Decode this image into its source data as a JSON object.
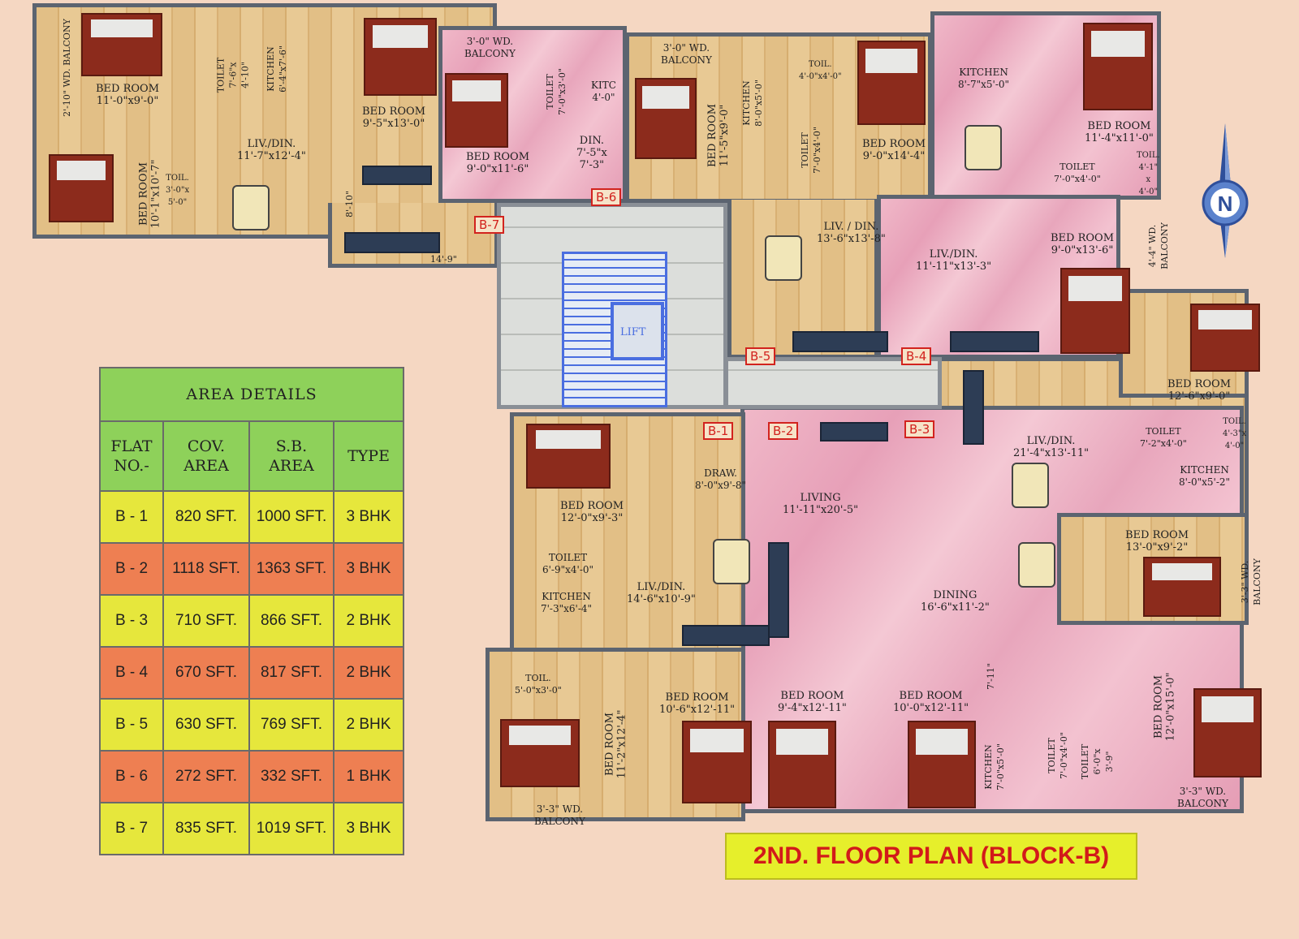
{
  "title": "2ND. FLOOR PLAN (BLOCK-B)",
  "compass": {
    "label": "N"
  },
  "area_details": {
    "heading": "AREA DETAILS",
    "columns": [
      "FLAT NO.-",
      "COV. AREA",
      "S.B. AREA",
      "TYPE"
    ],
    "rows": [
      {
        "flat": "B - 1",
        "cov": "820 SFT.",
        "sb": "1000 SFT.",
        "type": "3 BHK",
        "color": "#e6e73c"
      },
      {
        "flat": "B - 2",
        "cov": "1118 SFT.",
        "sb": "1363 SFT.",
        "type": "3 BHK",
        "color": "#ee7f52"
      },
      {
        "flat": "B - 3",
        "cov": "710 SFT.",
        "sb": "866 SFT.",
        "type": "2 BHK",
        "color": "#e6e73c"
      },
      {
        "flat": "B - 4",
        "cov": "670 SFT.",
        "sb": "817 SFT.",
        "type": "2 BHK",
        "color": "#ee7f52"
      },
      {
        "flat": "B - 5",
        "cov": "630 SFT.",
        "sb": "769 SFT.",
        "type": "2 BHK",
        "color": "#e6e73c"
      },
      {
        "flat": "B - 6",
        "cov": "272 SFT.",
        "sb": "332 SFT.",
        "type": "1 BHK",
        "color": "#ee7f52"
      },
      {
        "flat": "B - 7",
        "cov": "835 SFT.",
        "sb": "1019 SFT.",
        "type": "3 BHK",
        "color": "#e6e73c"
      }
    ]
  },
  "flat_tags": {
    "b1": "B-1",
    "b2": "B-2",
    "b3": "B-3",
    "b4": "B-4",
    "b5": "B-5",
    "b6": "B-6",
    "b7": "B-7"
  },
  "lift": "LIFT",
  "rooms": {
    "b7_balcony": "2'-10\" WD. BALCONY",
    "b7_bed1": "BED ROOM\n11'-0\"x9'-0\"",
    "b7_toilet1": "TOILET\n7'-6\"x\n4'-10\"",
    "b7_kitchen": "KITCHEN\n6'-4\"x7'-6\"",
    "b7_bed2": "BED ROOM\n9'-5\"x13'-0\"",
    "b7_liv": "LIV./DIN.\n11'-7\"x12'-4\"",
    "b7_bed3": "BED ROOM\n10'-1\"x10'-7\"",
    "b7_toil2": "TOIL.\n3'-0\"x\n5'-0\"",
    "b7_dim1": "8'-10\"",
    "b7_dim2": "14'-9\"",
    "b6_balcony": "3'-0\" WD.\nBALCONY",
    "b6_toilet": "TOILET\n7'-0\"x3'-0\"",
    "b6_kitchen": "KITC\n4'-0\"",
    "b6_bed": "BED ROOM\n9'-0\"x11'-6\"",
    "b6_din": "DIN.\n7'-5\"x\n7'-3\"",
    "b5_balcony": "3'-0\" WD.\nBALCONY",
    "b5_bed": "BED ROOM\n11'-5\"x9'-0\"",
    "b5_kitchen": "KITCHEN\n8'-0\"x5'-0\"",
    "b5_toil1": "TOIL.\n4'-0\"x4'-0\"",
    "b5_toilet2": "TOILET\n7'-0\"x4'-0\"",
    "b5_bed2": "BED ROOM\n9'-0\"x14'-4\"",
    "b5_liv": "LIV. / DIN.\n13'-6\"x13'-8\"",
    "b4_kitchen": "KITCHEN\n8'-7\"x5'-0\"",
    "b4_bed1": "BED ROOM\n11'-4\"x11'-0\"",
    "b4_toilet": "TOILET\n7'-0\"x4'-0\"",
    "b4_toil2": "TOIL.\n4'-1\"\nx\n4'-0\"",
    "b4_liv": "LIV./DIN.\n11'-11\"x13'-3\"",
    "b4_bed2": "BED ROOM\n9'-0\"x13'-6\"",
    "b4_balcony": "4'-4\" WD.\nBALCONY",
    "b3_bed1": "BED ROOM\n12'-6\"x9'-0\"",
    "b3_toilet": "TOILET\n7'-2\"x4'-0\"",
    "b3_toil2": "TOIL.\n4'-3\"x\n4'-0\"",
    "b3_liv": "LIV./DIN.\n21'-4\"x13'-11\"",
    "b3_kitchen": "KITCHEN\n8'-0\"x5'-2\"",
    "b2_bed1": "BED ROOM\n13'-0\"x9'-2\"",
    "b2_balcony1": "3'-3\" WD.\nBALCONY",
    "b2_living": "LIVING\n11'-11\"x20'-5\"",
    "b2_dining": "DINING\n16'-6\"x11'-2\"",
    "b2_bed2": "BED ROOM\n9'-4\"x12'-11\"",
    "b2_bed3": "BED ROOM\n10'-0\"x12'-11\"",
    "b2_dim": "7'-11\"",
    "b2_kitchen": "KITCHEN\n7'-0\"x5'-0\"",
    "b2_toilet": "TOILET\n7'-0\"x4'-0\"",
    "b2_toilet2": "TOILET\n6'-0\"x\n3'-9\"",
    "b2_bed4": "BED ROOM\n12'-0\"x15'-0\"",
    "b2_balcony2": "3'-3\" WD.\nBALCONY",
    "b1_bed1": "BED ROOM\n12'-0\"x9'-3\"",
    "b1_draw": "DRAW.\n8'-0\"x9'-8\"",
    "b1_toilet": "TOILET\n6'-9\"x4'-0\"",
    "b1_kitchen": "KITCHEN\n7'-3\"x6'-4\"",
    "b1_liv": "LIV./DIN.\n14'-6\"x10'-9\"",
    "b1_toil": "TOIL.\n5'-0\"x3'-0\"",
    "b1_bed2": "BED ROOM\n11'-2\"x12'-4\"",
    "b1_bed3": "BED ROOM\n10'-6\"x12'-11\"",
    "b1_balcony": "3'-3\" WD.\nBALCONY"
  }
}
